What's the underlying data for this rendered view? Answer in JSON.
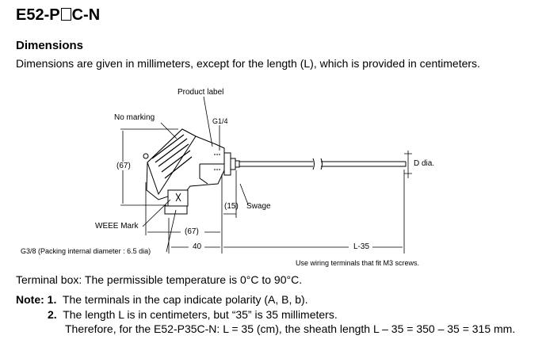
{
  "header": {
    "title_prefix": "E52-P",
    "title_suffix": "C-N",
    "section": "Dimensions",
    "description": "Dimensions are given in millimeters, except for the length (L), which is provided in centimeters."
  },
  "diagram": {
    "product_label": "Product label",
    "no_marking": "No marking",
    "g14": "G1/4",
    "height_dim": "(67)",
    "d_dia": "D dia.",
    "dim_15": "(15)",
    "swage": "Swage",
    "weee": "WEEE Mark",
    "width_dim": "(67)",
    "g38": "G3/8 (Packing internal diameter : 6.5 dia)",
    "dim_40": "40",
    "dim_l35": "L-35",
    "wiring_note": "Use wiring terminals that fit M3 screws."
  },
  "notes": {
    "terminal_box": "Terminal box: The permissible temperature is 0°C to 90°C.",
    "note_label": "Note:",
    "items": [
      {
        "num": "1.",
        "text": "The terminals in the cap indicate polarity (A, B, b)."
      },
      {
        "num": "2.",
        "text": "The length L is in centimeters, but “35” is 35 millimeters."
      }
    ],
    "continuation": "Therefore, for the E52-P35C-N: L = 35 (cm), the sheath length L – 35 = 350 – 35 = 315 mm."
  }
}
